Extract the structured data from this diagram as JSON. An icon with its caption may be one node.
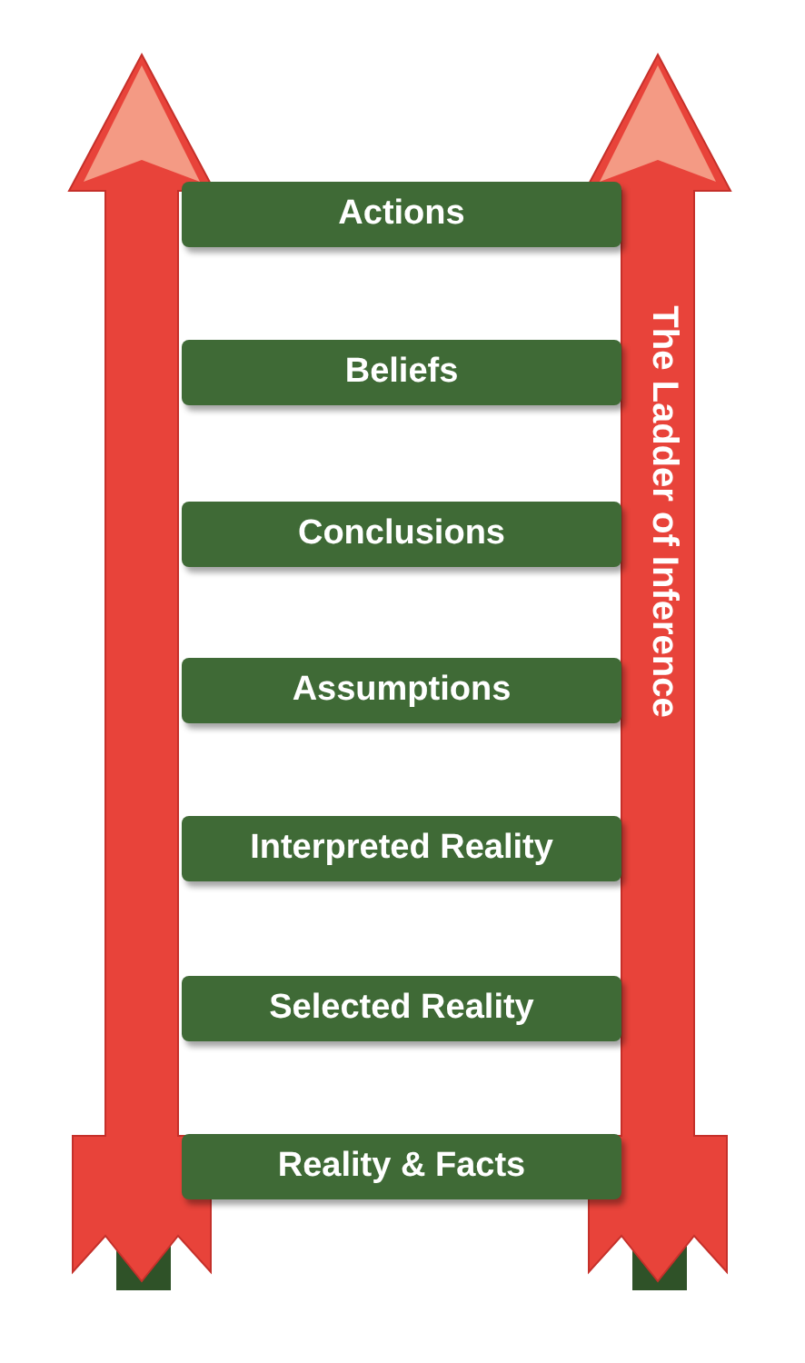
{
  "diagram": {
    "title": "The Ladder of Inference",
    "nodes": [
      {
        "text": [
          "Actions"
        ]
      },
      {
        "text": [
          "Beliefs"
        ]
      },
      {
        "text": [
          "Conclusions"
        ]
      },
      {
        "text": [
          "Assumptions"
        ]
      },
      {
        "text": [
          "Interpreted Reality"
        ]
      },
      {
        "text": [
          "Selected Reality"
        ]
      },
      {
        "text": [
          "Reality & Facts"
        ]
      }
    ]
  }
}
